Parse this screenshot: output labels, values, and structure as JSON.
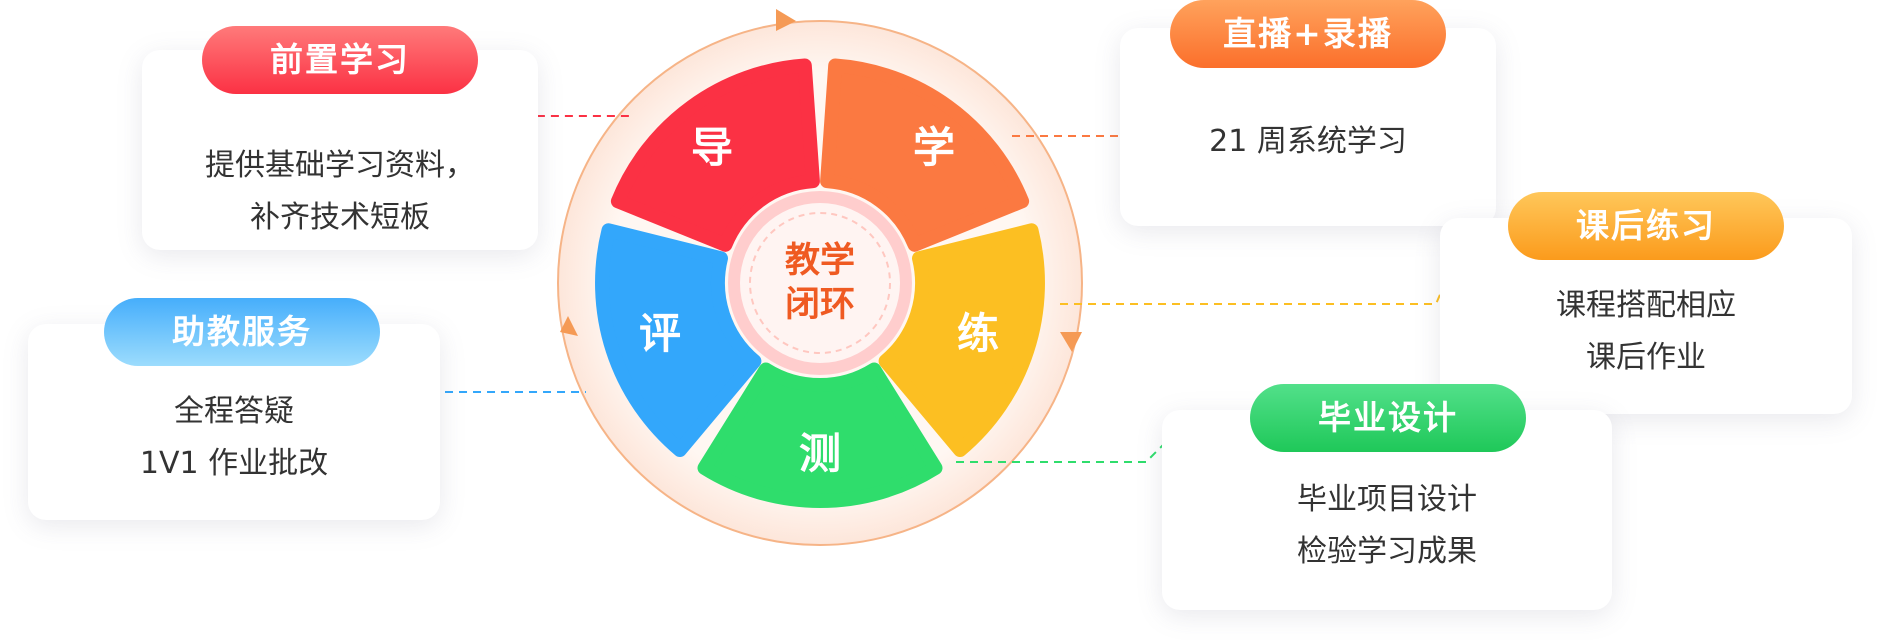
{
  "center": {
    "line1": "教学",
    "line2": "闭环"
  },
  "segments": [
    {
      "char": "导",
      "color": "#fb3144"
    },
    {
      "char": "学",
      "color": "#fb7941"
    },
    {
      "char": "练",
      "color": "#fcbf22"
    },
    {
      "char": "测",
      "color": "#2fdd6c"
    },
    {
      "char": "评",
      "color": "#33a7fb"
    }
  ],
  "cards": {
    "pre_study": {
      "title": "前置学习",
      "lines": [
        "提供基础学习资料，",
        "补齐技术短板"
      ],
      "color": "#ff4b5c"
    },
    "live_record": {
      "title": "直播+录播",
      "lines": [
        "21 周系统学习"
      ],
      "color": "#ff8a3a"
    },
    "homework": {
      "title": "课后练习",
      "lines": [
        "课程搭配相应",
        "课后作业"
      ],
      "color": "#fcb02a"
    },
    "graduation": {
      "title": "毕业设计",
      "lines": [
        "毕业项目设计",
        "检验学习成果"
      ],
      "color": "#33d26f"
    },
    "ta_service": {
      "title": "助教服务",
      "lines": [
        "全程答疑",
        "1V1 作业批改"
      ],
      "color": "#4ab4fa"
    }
  }
}
